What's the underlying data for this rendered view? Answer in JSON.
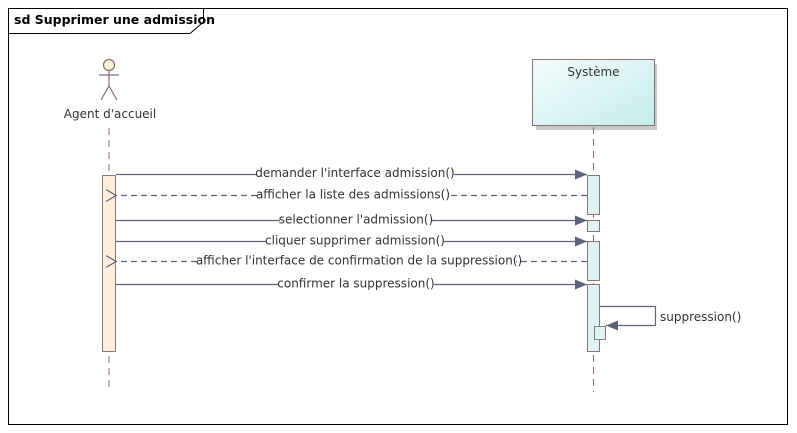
{
  "frame": {
    "title": "sd Supprimer une admission"
  },
  "actor": {
    "label": "Agent d'accueil",
    "icon": "stick-figure-icon"
  },
  "system": {
    "label": "Système"
  },
  "messages": [
    {
      "label": "demander l'interface admission()",
      "kind": "call"
    },
    {
      "label": "afficher la liste des admissions()",
      "kind": "return"
    },
    {
      "label": "selectionner l'admission()",
      "kind": "call"
    },
    {
      "label": "cliquer supprimer admission()",
      "kind": "call"
    },
    {
      "label": "afficher l'interface de confirmation de la suppression()",
      "kind": "return"
    },
    {
      "label": "confirmer la suppression()",
      "kind": "call"
    },
    {
      "label": "suppression()",
      "kind": "self"
    }
  ],
  "colors": {
    "frame_border": "#000000",
    "lifeline": "#a06a6a",
    "actor_stroke": "#8b6b6b",
    "actor_fill": "#fdf0d8",
    "activation_actor_fill": "#fdeedd",
    "activation_system_fill": "#dff4f4",
    "system_fill": "#d7f1f1",
    "system_border": "#8a7070",
    "arrow": "#5b6478"
  }
}
